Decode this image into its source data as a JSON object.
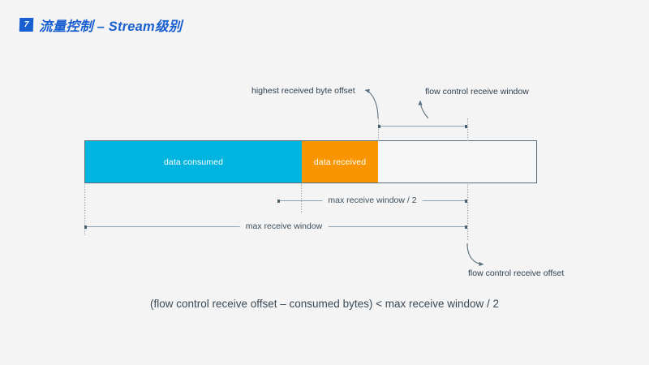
{
  "slide": {
    "background_color": "#f4f4f4",
    "accent_color": "#1a5fd0"
  },
  "header": {
    "badge_number": "7",
    "title": "流量控制 – Stream级别"
  },
  "diagram": {
    "bar": {
      "segments": [
        {
          "label": "data consumed",
          "color": "#00b4e0",
          "text_color": "#ffffff"
        },
        {
          "label": "data received",
          "color": "#f99500",
          "text_color": "#ffffff"
        },
        {
          "label": "",
          "color": "#f7f7f7",
          "text_color": "#3e4f5c"
        }
      ],
      "outline_color": "#5a6b78"
    },
    "annotations": [
      {
        "name": "highest-received-byte-offset",
        "text": "highest received byte offset"
      },
      {
        "name": "flow-control-receive-window",
        "text": "flow control receive window"
      },
      {
        "name": "flow-control-receive-offset",
        "text": "flow control receive offset"
      }
    ],
    "measures": [
      {
        "name": "flow-control-receive-window-measure",
        "label": ""
      },
      {
        "name": "max-receive-window-half",
        "label": "max receive window / 2"
      },
      {
        "name": "max-receive-window",
        "label": "max receive window"
      }
    ]
  },
  "formula": {
    "text": "(flow control receive offset – consumed bytes) < max receive window / 2"
  }
}
